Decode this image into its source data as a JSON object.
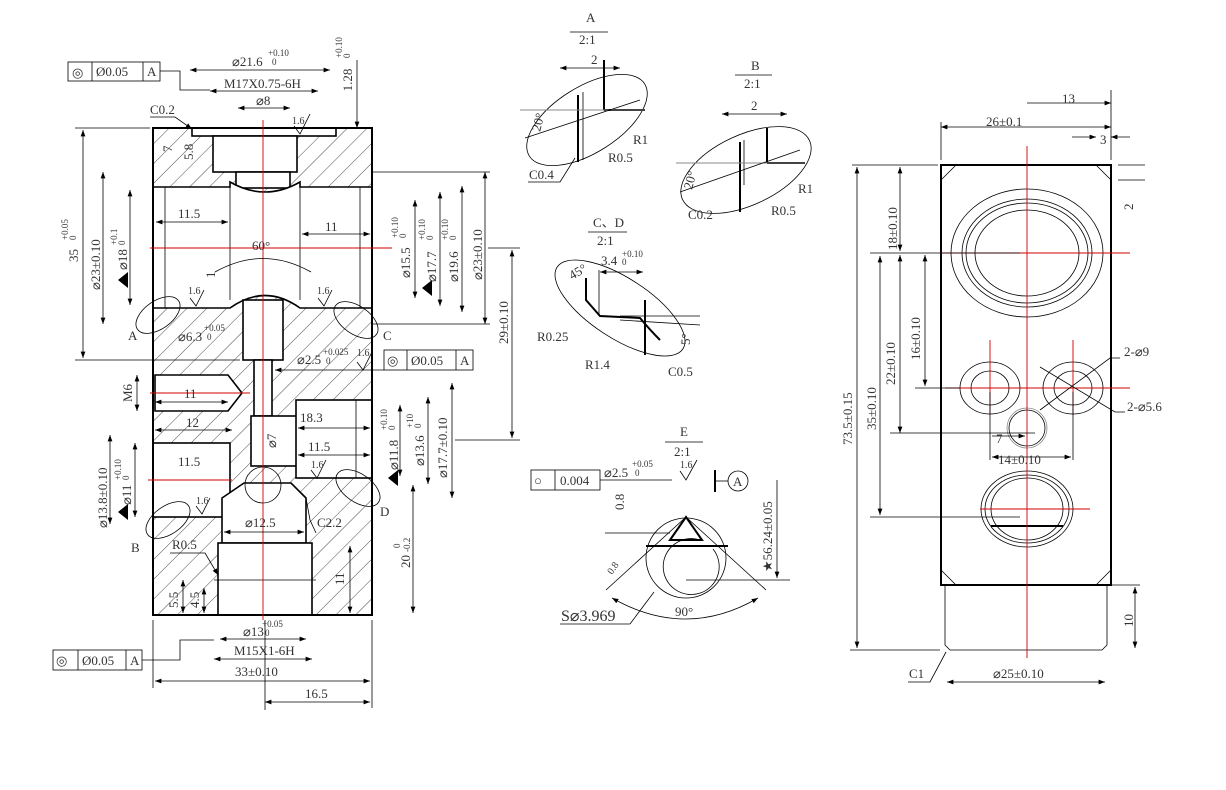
{
  "colors": {
    "line": "#000000",
    "centerline": "#d00000",
    "text": "#333333"
  },
  "main": {
    "fcf_top": {
      "symbol": "◎",
      "value": "Ø0.05",
      "datum": "A"
    },
    "fcf_mid": {
      "symbol": "◎",
      "value": "Ø0.05",
      "datum": "A"
    },
    "fcf_bottom": {
      "symbol": "◎",
      "value": "Ø0.05",
      "datum": "A"
    },
    "d21_6": "⌀21.6",
    "d21_6_up": "+0.10",
    "d21_6_lo": "0",
    "d1_28": "1.28",
    "d1_28_up": "+0.10",
    "d1_28_lo": "0",
    "m17": "M17X0.75-6H",
    "d8": "⌀8",
    "c0_2": "C0.2",
    "rough": "1.6",
    "dim7": "7",
    "dim5_8": "5.8",
    "d35": "35",
    "d35_up": "+0.05",
    "d35_lo": "0",
    "d23_left": "⌀23±0.10",
    "d18": "⌀18",
    "d18_up": "+0.1",
    "d18_lo": "0",
    "d11_5_a": "11.5",
    "d11_right": "11",
    "ang60": "60°",
    "dim1": "1",
    "label_a": "A",
    "label_c": "C",
    "label_b": "B",
    "label_d": "D",
    "d6_3": "⌀6.3",
    "d6_3_up": "+0.05",
    "d6_3_lo": "0",
    "d2_5": "⌀2.5",
    "d2_5_up": "+0.025",
    "d2_5_lo": "0",
    "d29": "29±0.10",
    "d15_5": "⌀15.5",
    "d15_5_up": "+0.10",
    "d15_5_lo": "0",
    "d17_7": "⌀17.7",
    "d17_7_up": "+0.10",
    "d17_7_lo": "0",
    "d19_6": "⌀19.6",
    "d19_6_up": "+0.10",
    "d19_6_lo": "0",
    "d23_right": "⌀23±0.10",
    "m6": "M6",
    "d11_m6": "11",
    "d12": "12",
    "d18_3": "18.3",
    "d11_5_b": "11.5",
    "d7": "⌀7",
    "d11_8": "⌀11.8",
    "d11_8_up": "+0.10",
    "d11_8_lo": "0",
    "d13_6": "⌀13.6",
    "d13_6_up": "+10",
    "d13_6_lo": "0",
    "d17_7b": "⌀17.7±0.10",
    "d13_8": "⌀13.8±0.10",
    "d11": "⌀11",
    "d11_up": "+0.10",
    "d11_lo": "0",
    "d11_5_c": "11.5",
    "d12_5": "⌀12.5",
    "c2_2": "C2.2",
    "r0_5": "R0.5",
    "d20": "20",
    "d20_up": "0",
    "d20_lo": "-0.2",
    "d11_bottom": "11",
    "d5_5": "5.5",
    "d4_5": "4.5",
    "d13": "⌀13",
    "d13_up": "+0.05",
    "d13_lo": "0",
    "m15": "M15X1-6H",
    "d33": "33±0.10",
    "d16_5": "16.5"
  },
  "detail_a": {
    "title": "A",
    "scale": "2:1",
    "w": "2",
    "ang": "20°",
    "r1": "R1",
    "r0_5": "R0.5",
    "c": "C0.4"
  },
  "detail_b": {
    "title": "B",
    "scale": "2:1",
    "w": "2",
    "ang": "20°",
    "r1": "R1",
    "r0_5": "R0.5",
    "c": "C0.2"
  },
  "detail_cd": {
    "title": "C、D",
    "scale": "2:1",
    "w": "3.4",
    "w_up": "+0.10",
    "w_lo": "0",
    "ang45": "45°",
    "r0_25": "R0.25",
    "r1_4": "R1.4",
    "c": "C0.5",
    "ang5": "5°"
  },
  "detail_e": {
    "title": "E",
    "scale": "2:1",
    "fcf": {
      "symbol": "○",
      "value": "0.004"
    },
    "d2_5": "⌀2.5",
    "d2_5_up": "+0.05",
    "d2_5_lo": "0",
    "rough": "1.6",
    "datum": "A",
    "d0_8": "0.8",
    "rough2": "0.8",
    "d56": "★56.24±0.05",
    "sphere": "S⌀3.969",
    "ang90": "90°"
  },
  "side_view": {
    "d13": "13",
    "d26": "26±0.1",
    "d3": "3",
    "d2": "2",
    "d18": "18±0.10",
    "d22": "22±0.10",
    "d16": "16±0.10",
    "d35": "35±0.10",
    "d73_5": "73.5±0.15",
    "holes9": "2-⌀9",
    "holes5_6": "2-⌀5.6",
    "d7": "7",
    "d14": "14±0.10",
    "d10": "10",
    "c1": "C1",
    "d25": "⌀25±0.10"
  }
}
